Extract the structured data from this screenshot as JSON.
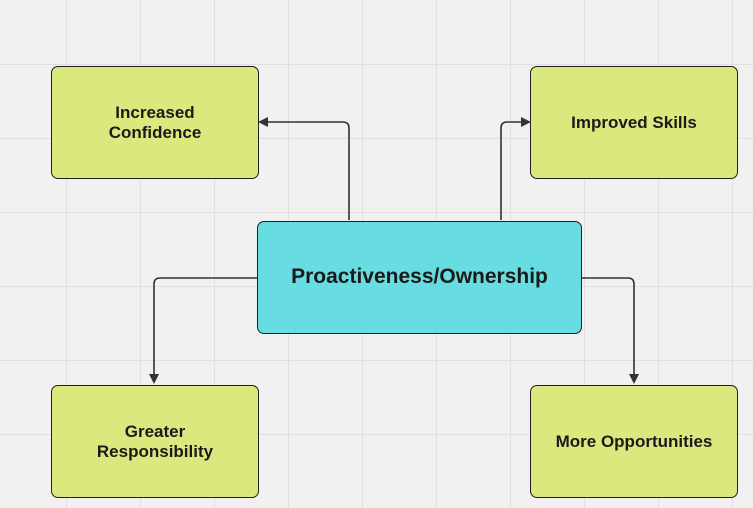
{
  "diagram": {
    "center": {
      "label": "Proactiveness/Ownership",
      "fill": "#68dde1"
    },
    "outcomes": [
      {
        "id": "confidence",
        "label": "Increased\nConfidence",
        "fill": "#dbe87e"
      },
      {
        "id": "skills",
        "label": "Improved Skills",
        "fill": "#dbe87e"
      },
      {
        "id": "responsibility",
        "label": "Greater\nResponsibility",
        "fill": "#dbe87e"
      },
      {
        "id": "opportunities",
        "label": "More Opportunities",
        "fill": "#dbe87e"
      }
    ],
    "edges": [
      {
        "from": "center",
        "to": "confidence"
      },
      {
        "from": "center",
        "to": "skills"
      },
      {
        "from": "center",
        "to": "responsibility"
      },
      {
        "from": "center",
        "to": "opportunities"
      }
    ],
    "colors": {
      "background": "#f1f1f1",
      "grid": "#e0e0e0",
      "stroke": "#1f1f1f",
      "connector": "#333333"
    }
  }
}
